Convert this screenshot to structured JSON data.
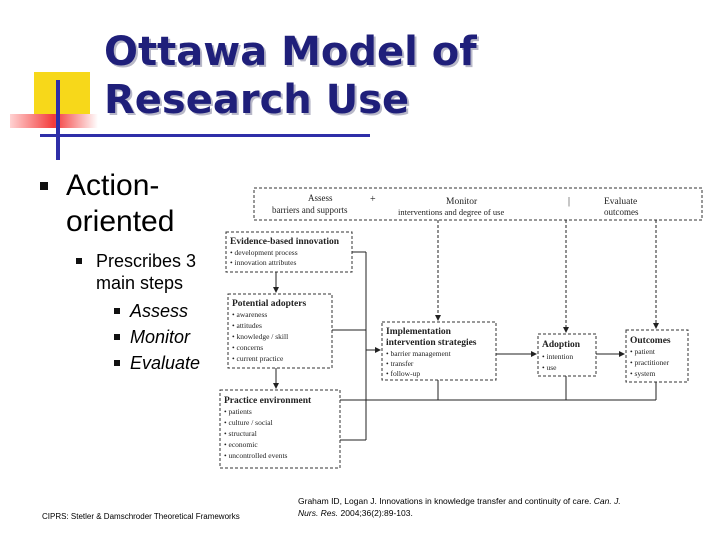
{
  "slide": {
    "title_line1": "Ottawa Model of",
    "title_line2": "Research Use",
    "bullet1_line1": "Action-",
    "bullet1_line2": "oriented",
    "bullet2_line1": "Prescribes 3",
    "bullet2_line2": "main steps",
    "steps": [
      "Assess",
      "Monitor",
      "Evaluate"
    ],
    "footer_left": "CIPRS: Stetler & Damschroder Theoretical Frameworks",
    "citation_line1": "Graham ID, Logan J. Innovations in knowledge transfer and continuity of care.",
    "citation_journal": "Can. J.",
    "citation_line2_journal": "Nurs. Res.",
    "citation_line2_rest": "2004;36(2):89-103."
  },
  "diagram": {
    "top_bar": {
      "assess_line1": "Assess",
      "assess_line2": "barriers and supports",
      "monitor_line1": "Monitor",
      "monitor_line2": "interventions and degree of use",
      "evaluate_line1": "Evaluate",
      "evaluate_line2": "outcomes",
      "sep_plus": "+",
      "sep_bar": "|"
    },
    "evidence": {
      "title": "Evidence-based innovation",
      "items": [
        "• development process",
        "• innovation attributes"
      ]
    },
    "adopters": {
      "title": "Potential adopters",
      "items": [
        "• awareness",
        "• attitudes",
        "• knowledge / skill",
        "• concerns",
        "• current practice"
      ]
    },
    "environment": {
      "title": "Practice environment",
      "items": [
        "• patients",
        "• culture / social",
        "• structural",
        "• economic",
        "• uncontrolled events"
      ]
    },
    "implementation": {
      "title_line1": "Implementation",
      "title_line2": "intervention strategies",
      "items": [
        "• barrier management",
        "• transfer",
        "• follow-up"
      ]
    },
    "adoption": {
      "title": "Adoption",
      "items": [
        "• intention",
        "• use"
      ]
    },
    "outcomes": {
      "title": "Outcomes",
      "items": [
        "• patient",
        "• practitioner",
        "• system"
      ]
    }
  },
  "colors": {
    "title": "#1f1f7a",
    "deco_yellow": "#f7d81a",
    "deco_red": "#f33a3a",
    "deco_blue": "#2e2ea8"
  }
}
